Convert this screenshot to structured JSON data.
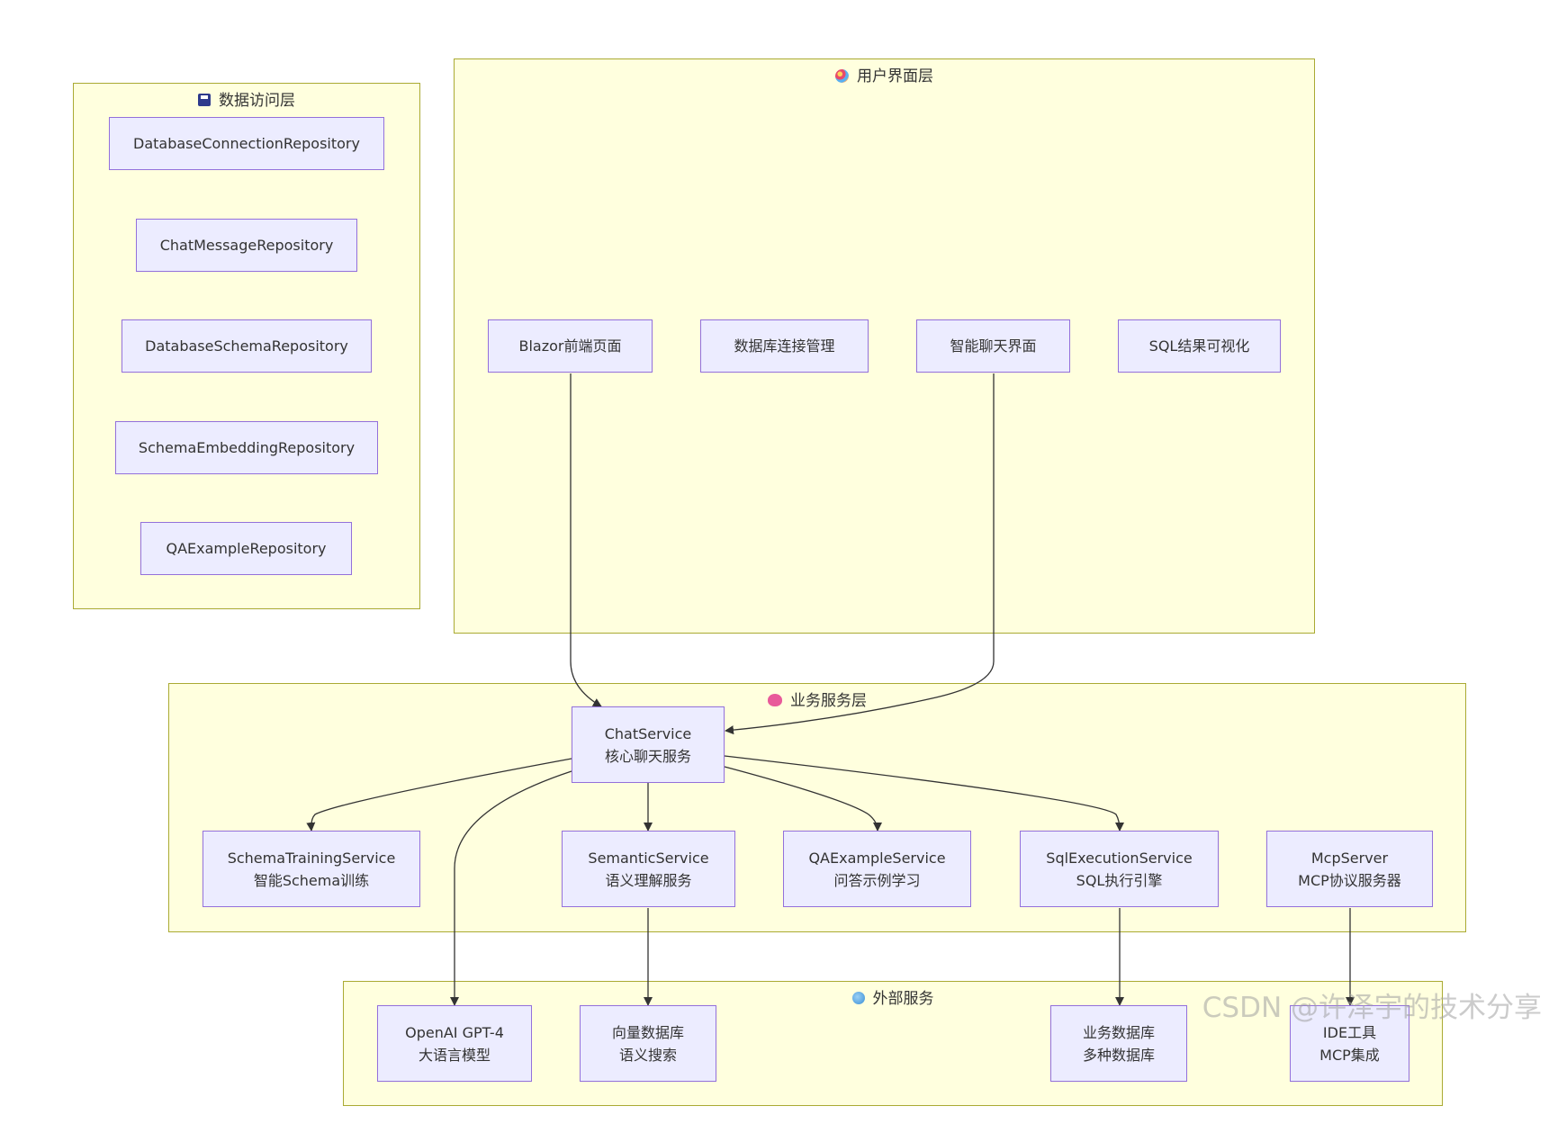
{
  "groups": {
    "data_access": {
      "title": "数据访问层",
      "icon": "floppy-disk-icon"
    },
    "ui": {
      "title": "用户界面层",
      "icon": "palette-icon"
    },
    "business": {
      "title": "业务服务层",
      "icon": "brain-icon"
    },
    "external": {
      "title": "外部服务",
      "icon": "globe-icon"
    }
  },
  "nodes": {
    "db_conn_repo": {
      "line1": "DatabaseConnectionRepository"
    },
    "chat_msg_repo": {
      "line1": "ChatMessageRepository"
    },
    "db_schema_repo": {
      "line1": "DatabaseSchemaRepository"
    },
    "schema_emb_repo": {
      "line1": "SchemaEmbeddingRepository"
    },
    "qa_example_repo": {
      "line1": "QAExampleRepository"
    },
    "blazor": {
      "line1": "Blazor前端页面"
    },
    "db_conn_mgmt": {
      "line1": "数据库连接管理"
    },
    "smart_chat": {
      "line1": "智能聊天界面"
    },
    "sql_viz": {
      "line1": "SQL结果可视化"
    },
    "chat_service": {
      "line1": "ChatService",
      "line2": "核心聊天服务"
    },
    "schema_training": {
      "line1": "SchemaTrainingService",
      "line2": "智能Schema训练"
    },
    "semantic": {
      "line1": "SemanticService",
      "line2": "语义理解服务"
    },
    "qa_example_service": {
      "line1": "QAExampleService",
      "line2": "问答示例学习"
    },
    "sql_exec": {
      "line1": "SqlExecutionService",
      "line2": "SQL执行引擎"
    },
    "mcp_server": {
      "line1": "McpServer",
      "line2": "MCP协议服务器"
    },
    "openai": {
      "line1": "OpenAI GPT-4",
      "line2": "大语言模型"
    },
    "vector_db": {
      "line1": "向量数据库",
      "line2": "语义搜索"
    },
    "biz_db": {
      "line1": "业务数据库",
      "line2": "多种数据库"
    },
    "ide": {
      "line1": "IDE工具",
      "line2": "MCP集成"
    }
  },
  "edges": [
    {
      "from": "blazor",
      "to": "chat_service"
    },
    {
      "from": "smart_chat",
      "to": "chat_service"
    },
    {
      "from": "chat_service",
      "to": "schema_training"
    },
    {
      "from": "chat_service",
      "to": "semantic"
    },
    {
      "from": "chat_service",
      "to": "qa_example_service"
    },
    {
      "from": "chat_service",
      "to": "sql_exec"
    },
    {
      "from": "chat_service",
      "to": "openai"
    },
    {
      "from": "semantic",
      "to": "vector_db"
    },
    {
      "from": "sql_exec",
      "to": "biz_db"
    },
    {
      "from": "mcp_server",
      "to": "ide"
    }
  ],
  "watermark": "CSDN @许泽宇的技术分享",
  "colors": {
    "group_fill": "#ffffde",
    "group_border": "#aaaa33",
    "node_fill": "#ececff",
    "node_border": "#9370db",
    "edge": "#333333"
  }
}
